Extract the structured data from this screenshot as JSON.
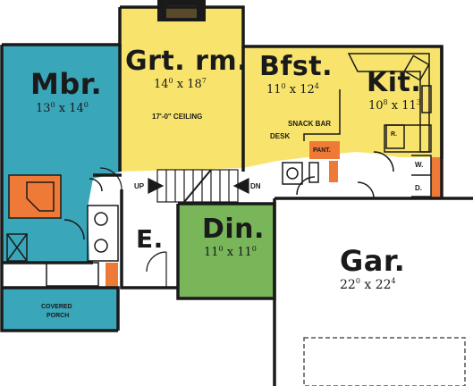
{
  "colors": {
    "master": "#3aa6b9",
    "great_room": "#f8e46c",
    "dining": "#79b65a",
    "accent": "#ef7a38",
    "wall": "#1a1a1a",
    "garage": "#ffffff"
  },
  "rooms": {
    "mbr": {
      "name": "Mbr.",
      "w": "13",
      "w_in": "0",
      "h": "14",
      "h_in": "0"
    },
    "grt": {
      "name": "Grt. rm.",
      "w": "14",
      "w_in": "0",
      "h": "18",
      "h_in": "7",
      "note": "17'-0\" CEILING"
    },
    "bfst": {
      "name": "Bfst.",
      "w": "11",
      "w_in": "0",
      "h": "12",
      "h_in": "4"
    },
    "kit": {
      "name": "Kit.",
      "w": "10",
      "w_in": "8",
      "h": "11",
      "h_in": "3"
    },
    "din": {
      "name": "Din.",
      "w": "11",
      "w_in": "0",
      "h": "11",
      "h_in": "0"
    },
    "entry": {
      "name": "E."
    },
    "gar": {
      "name": "Gar.",
      "w": "22",
      "w_in": "0",
      "h": "22",
      "h_in": "4"
    },
    "porch": {
      "line1": "COVERED",
      "line2": "PORCH"
    }
  },
  "labels": {
    "snack_bar": "SNACK BAR",
    "desk": "DESK",
    "pantry": "PANT.",
    "refrigerator": "R.",
    "washer": "W.",
    "dryer": "D.",
    "stair_up": "UP",
    "stair_down": "DN"
  }
}
